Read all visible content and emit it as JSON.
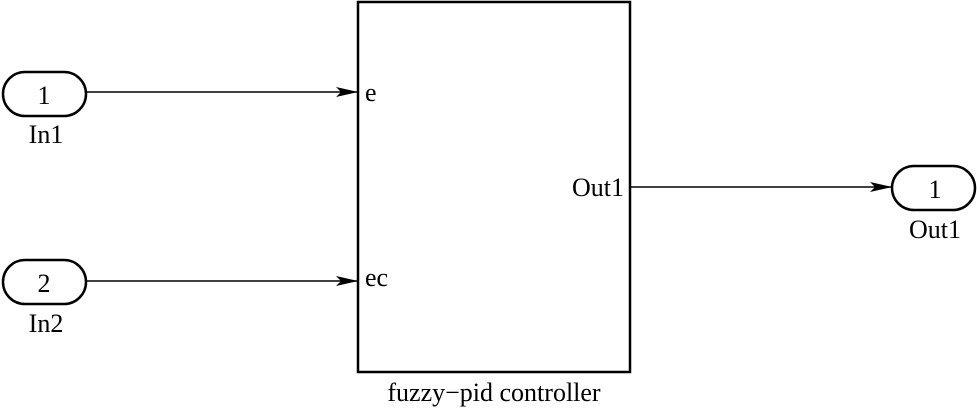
{
  "colors": {
    "stroke": "#000000",
    "background": "#ffffff"
  },
  "blocks": {
    "inport_1": {
      "number": "1",
      "name": "In1"
    },
    "inport_2": {
      "number": "2",
      "name": "In2"
    },
    "outport_1": {
      "number": "1",
      "name": "Out1"
    },
    "subsystem": {
      "name": "fuzzy−pid controller",
      "input_ports": [
        "e",
        "ec"
      ],
      "output_ports": [
        "Out1"
      ]
    }
  }
}
